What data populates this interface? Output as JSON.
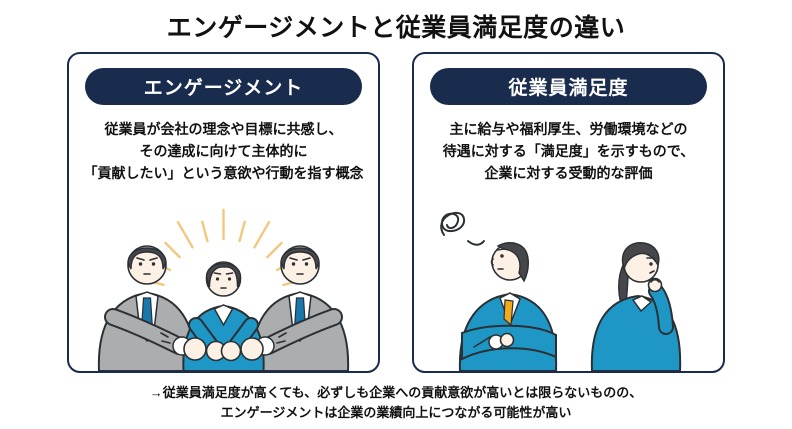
{
  "title": "エンゲージメントと従業員満足度の違い",
  "left_card": {
    "header": "エンゲージメント",
    "description": [
      "従業員が会社の理念や目標に共感し、",
      "その達成に向けて主体的に",
      "「貢献したい」という意欲や行動を指す概念"
    ],
    "illustration": "three-confident-businesspeople-fist-bump-with-sunburst"
  },
  "right_card": {
    "header": "従業員満足度",
    "description": [
      "主に給与や福利厚生、労働環境などの",
      "待遇に対する「満足度」を示すもので、",
      "企業に対する受動的な評価"
    ],
    "illustration": "two-pondering-businesspeople-with-confusion-scribble"
  },
  "footer": {
    "lines": [
      "→従業員満足度が高くても、必ずしも企業への貢献意欲が高いとは限らないものの、",
      "エンゲージメントは企業の業績向上につながる可能性が高い"
    ]
  },
  "colors": {
    "navy": "#1a2c4e",
    "ray": "#f3c87e",
    "suit_blue": "#1f97c6",
    "suit_gray": "#abadae",
    "tie_blue": "#1878ad",
    "tie_orange": "#f3aa1c",
    "hair": "#45474a",
    "skin": "#fdf0e5",
    "outline": "#2b3034",
    "text": "#111111"
  }
}
